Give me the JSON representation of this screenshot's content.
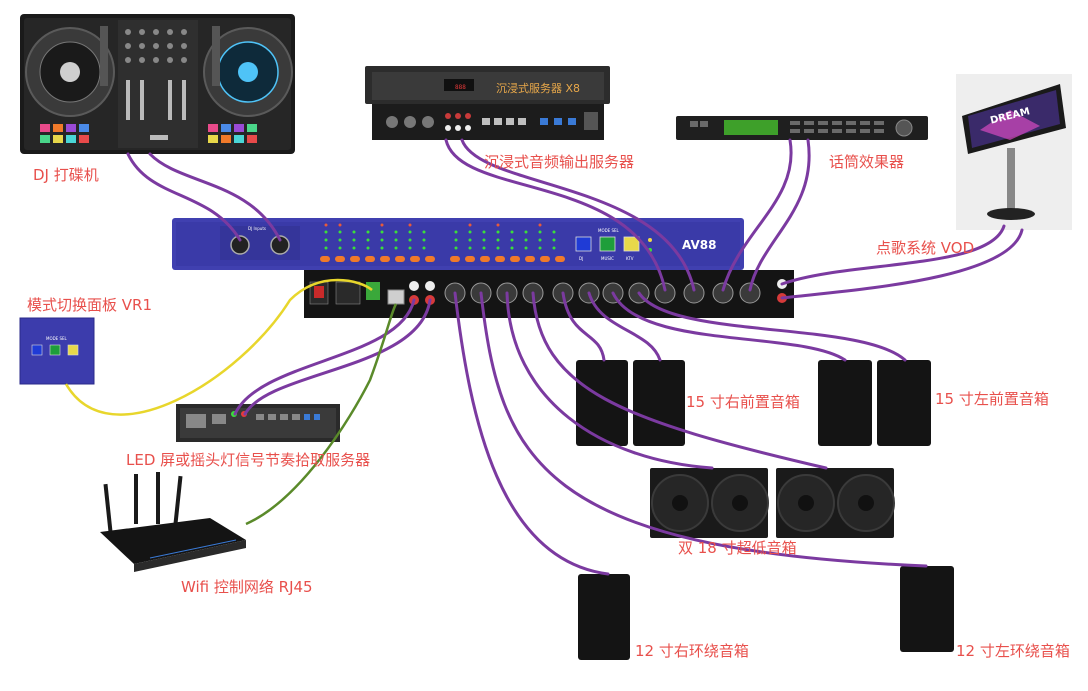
{
  "labels": {
    "dj": "DJ 打碟机",
    "immersive_server": "沉浸式音频输出服务器",
    "mic_effects": "话筒效果器",
    "vod": "点歌系统 VOD",
    "mode_panel": "模式切换面板 VR1",
    "led_server": "LED 屏或摇头灯信号节奏拾取服务器",
    "wifi": "Wifi 控制网络 RJ45",
    "front_right": "15 寸右前置音箱",
    "front_left": "15 寸左前置音箱",
    "subwoofer": "双 18 寸超低音箱",
    "surround_right": "12 寸右环绕音箱",
    "surround_left": "12 寸左环绕音箱"
  },
  "devices": {
    "server_screen_text": "沉浸式服务器 X8",
    "processor_model": "AV88",
    "processor_input_label": "DJ Inputs",
    "mode_sel_label": "MODE SEL",
    "mode_buttons": [
      "DJ",
      "MUSIC",
      "KTV"
    ],
    "panel_mode_label": "MODE SEL",
    "kiosk_screen_text": "DREAM",
    "mode_colors": {
      "dj": "#1f3bd6",
      "music": "#1e9e3a",
      "ktv": "#e8d84a"
    }
  },
  "colors": {
    "label": "#e8504c",
    "cable": "#7b3aa0",
    "yellow_cable": "#e8d62c",
    "green_cable": "#5a8a2a",
    "processor": "#3a3aa8"
  }
}
